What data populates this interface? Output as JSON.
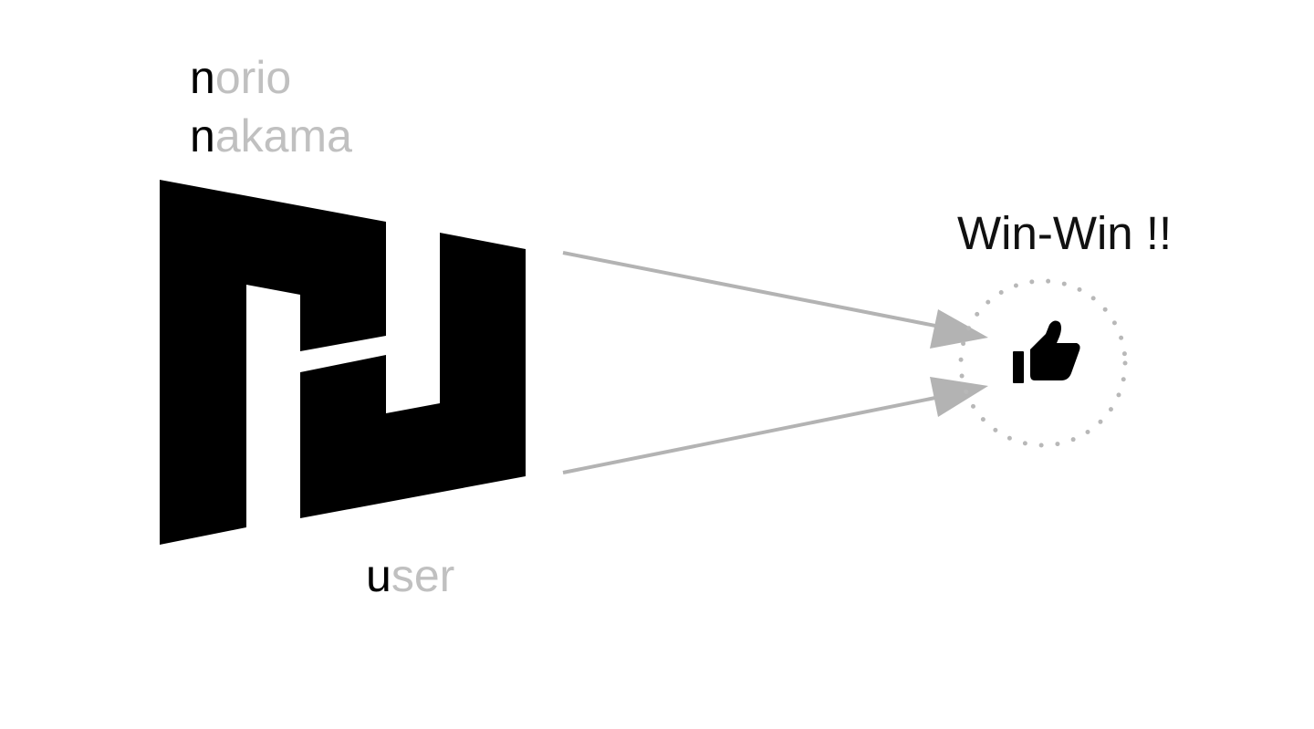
{
  "labels": {
    "first_name": {
      "initial": "n",
      "rest": "orio"
    },
    "last_name": {
      "initial": "n",
      "rest": "akama"
    },
    "user": {
      "initial": "u",
      "rest": "ser"
    },
    "result": "Win-Win !!"
  },
  "icons": {
    "logo": "nn-monogram-logo",
    "result": "thumbs-up-icon",
    "result_frame": "dotted-circle"
  },
  "colors": {
    "initial_text": "#000000",
    "muted_text": "#c0c0c0",
    "arrow": "#b3b3b3",
    "logo": "#000000",
    "dotted_circle": "#b8b8b8"
  },
  "edges": [
    {
      "from": "logo",
      "to": "win-win",
      "label": ""
    },
    {
      "from": "logo",
      "to": "win-win",
      "label": ""
    }
  ]
}
